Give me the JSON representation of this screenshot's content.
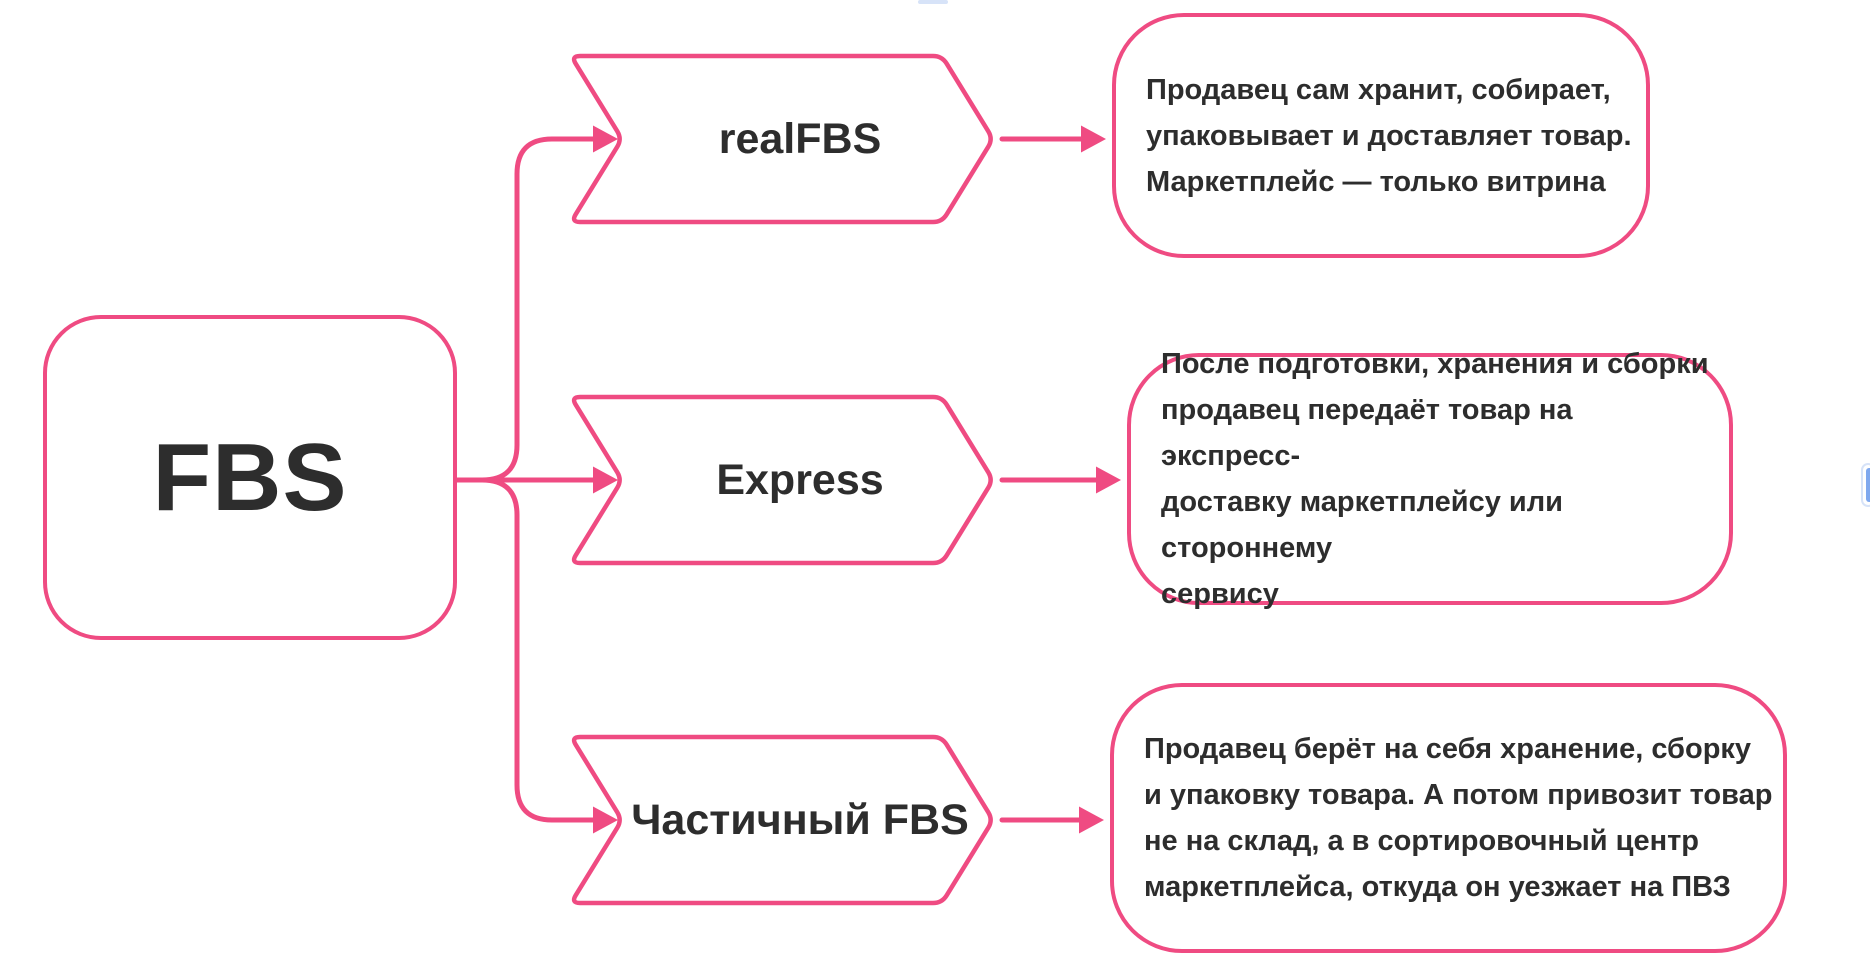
{
  "colors": {
    "accent": "#EF4B82",
    "text": "#2D2D2D",
    "artifact_blue": "#7FA8EE",
    "artifact_blue_light": "#D7E3F8"
  },
  "root": {
    "label": "FBS"
  },
  "branches": [
    {
      "label": "realFBS",
      "description": [
        "Продавец  сам хранит, собирает,",
        "упаковывает и доставляет товар.",
        "Маркетплейс — только витрина"
      ]
    },
    {
      "label": "Express",
      "description": [
        "После подготовки, хранения и сборки",
        "продавец передаёт товар на экспресс-",
        "доставку маркетплейсу или стороннему",
        "сервису"
      ]
    },
    {
      "label": "Частичный FBS",
      "description": [
        "Продавец  берёт на себя хранение, сборку",
        "и упаковку товара.  А потом привозит товар",
        "не на склад, а в сортировочный центр",
        "маркетплейса, откуда он уезжает на ПВЗ"
      ]
    }
  ]
}
